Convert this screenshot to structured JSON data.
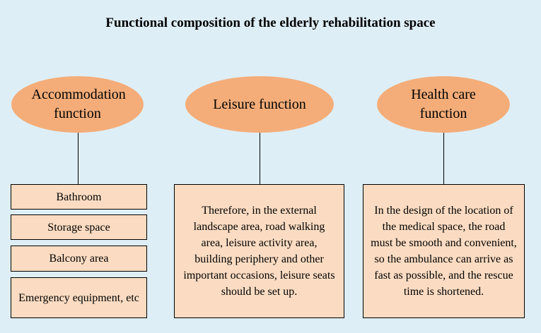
{
  "title": "Functional composition of the elderly rehabilitation space",
  "columns": [
    {
      "header": "Accommodation function",
      "items": [
        "Bathroom",
        "Storage space",
        "Balcony area",
        "Emergency equipment, etc"
      ]
    },
    {
      "header": "Leisure function",
      "text": "Therefore, in the external landscape area, road walking area, leisure activity area, building periphery and other important occasions, leisure seats should be set up."
    },
    {
      "header": "Health care function",
      "text": "In the design of the location of the medical space, the road must be smooth and convenient, so the ambulance can arrive as fast as possible, and the rescue time is shortened."
    }
  ],
  "colors": {
    "background": "#deeef6",
    "ellipse_fill": "#f4ad79",
    "box_fill": "#fbdcc2",
    "line": "#000000"
  }
}
